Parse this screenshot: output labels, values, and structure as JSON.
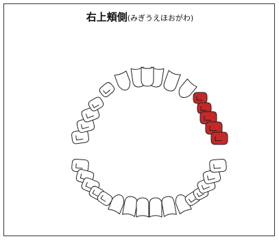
{
  "title": {
    "main": "右上頬側",
    "reading": "(みぎうえほおがわ)"
  },
  "colors": {
    "highlight": "#c62828",
    "tooth_fill": "#ffffff",
    "outline": "#222222"
  },
  "arches": [
    {
      "name": "upper",
      "teeth": [
        {
          "id": "upper-left-molar-3",
          "type": "molar",
          "highlighted": false
        },
        {
          "id": "upper-left-molar-2",
          "type": "molar",
          "highlighted": false
        },
        {
          "id": "upper-left-molar-1",
          "type": "molar",
          "highlighted": false
        },
        {
          "id": "upper-left-premolar-2",
          "type": "premolar",
          "highlighted": false
        },
        {
          "id": "upper-left-premolar-1",
          "type": "premolar",
          "highlighted": false
        },
        {
          "id": "upper-left-canine",
          "type": "canine",
          "highlighted": false
        },
        {
          "id": "upper-left-lateral-incisor",
          "type": "incisor",
          "highlighted": false
        },
        {
          "id": "upper-left-central-incisor",
          "type": "incisor",
          "highlighted": false
        },
        {
          "id": "upper-right-central-incisor",
          "type": "incisor",
          "highlighted": false
        },
        {
          "id": "upper-right-lateral-incisor",
          "type": "incisor",
          "highlighted": false
        },
        {
          "id": "upper-right-canine",
          "type": "canine",
          "highlighted": false
        },
        {
          "id": "upper-right-premolar-1",
          "type": "premolar",
          "highlighted": true
        },
        {
          "id": "upper-right-premolar-2",
          "type": "premolar",
          "highlighted": true
        },
        {
          "id": "upper-right-molar-1",
          "type": "molar",
          "highlighted": true
        },
        {
          "id": "upper-right-molar-2",
          "type": "molar",
          "highlighted": true
        },
        {
          "id": "upper-right-molar-3",
          "type": "molar",
          "highlighted": true
        }
      ]
    },
    {
      "name": "lower",
      "teeth": [
        {
          "id": "lower-left-molar-3",
          "type": "molar",
          "highlighted": false
        },
        {
          "id": "lower-left-molar-2",
          "type": "molar",
          "highlighted": false
        },
        {
          "id": "lower-left-molar-1",
          "type": "molar",
          "highlighted": false
        },
        {
          "id": "lower-left-premolar-2",
          "type": "premolar",
          "highlighted": false
        },
        {
          "id": "lower-left-premolar-1",
          "type": "premolar",
          "highlighted": false
        },
        {
          "id": "lower-left-canine",
          "type": "canine",
          "highlighted": false
        },
        {
          "id": "lower-left-lateral-incisor",
          "type": "incisor",
          "highlighted": false
        },
        {
          "id": "lower-left-central-incisor",
          "type": "incisor",
          "highlighted": false
        },
        {
          "id": "lower-right-central-incisor",
          "type": "incisor",
          "highlighted": false
        },
        {
          "id": "lower-right-lateral-incisor",
          "type": "incisor",
          "highlighted": false
        },
        {
          "id": "lower-right-canine",
          "type": "canine",
          "highlighted": false
        },
        {
          "id": "lower-right-premolar-1",
          "type": "premolar",
          "highlighted": false
        },
        {
          "id": "lower-right-premolar-2",
          "type": "premolar",
          "highlighted": false
        },
        {
          "id": "lower-right-molar-1",
          "type": "molar",
          "highlighted": false
        },
        {
          "id": "lower-right-molar-2",
          "type": "molar",
          "highlighted": false
        },
        {
          "id": "lower-right-molar-3",
          "type": "molar",
          "highlighted": false
        }
      ]
    }
  ]
}
